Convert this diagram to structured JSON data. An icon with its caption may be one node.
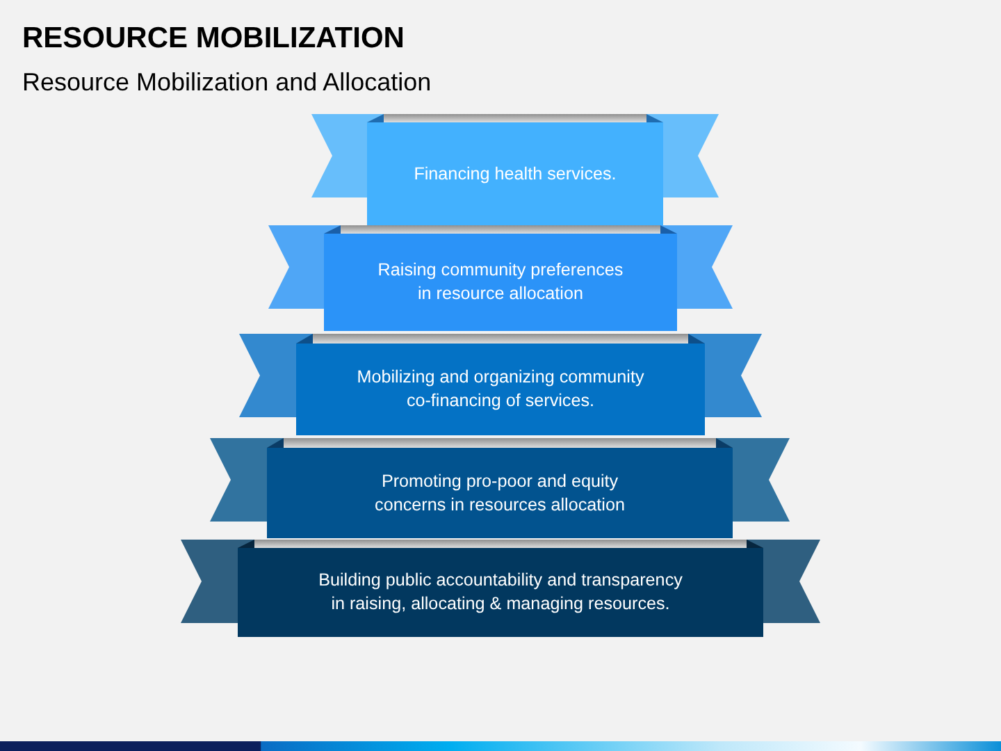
{
  "diagram": {
    "title": "RESOURCE MOBILIZATION",
    "nodes": [
      {
        "text": [
          "Financing health services."
        ]
      },
      {
        "text": [
          "Raising community preferences in resource allocation"
        ]
      },
      {
        "text": [
          "Mobilizing and organizing community co-financing of services."
        ]
      },
      {
        "text": [
          "Promoting pro-poor and equity concerns in resources allocation"
        ]
      },
      {
        "text": [
          "Building public accountability and transparency in raising, allocating & managing resources."
        ]
      }
    ],
    "labels": [
      "Resource Mobilization and Allocation"
    ]
  }
}
